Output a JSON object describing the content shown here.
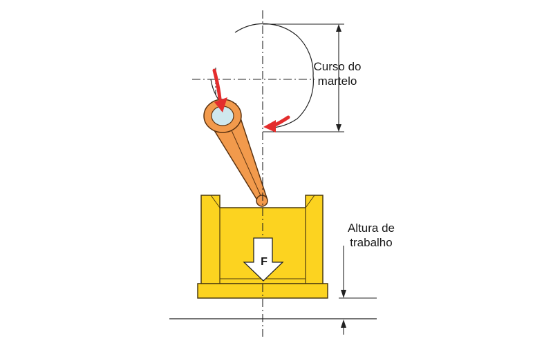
{
  "labels": {
    "stroke_line1": "Curso do",
    "stroke_line2": "martelo",
    "height_line1": "Altura de",
    "height_line2": "trabalho",
    "force": "F"
  },
  "colors": {
    "press_body": "#fcd320",
    "press_outline": "#4a3a10",
    "hammer_fill": "#f29a4c",
    "hammer_outline": "#5a3210",
    "shaft_bore": "#cfe8ee",
    "rotation_arrow": "#e32d2d",
    "line": "#222222"
  }
}
